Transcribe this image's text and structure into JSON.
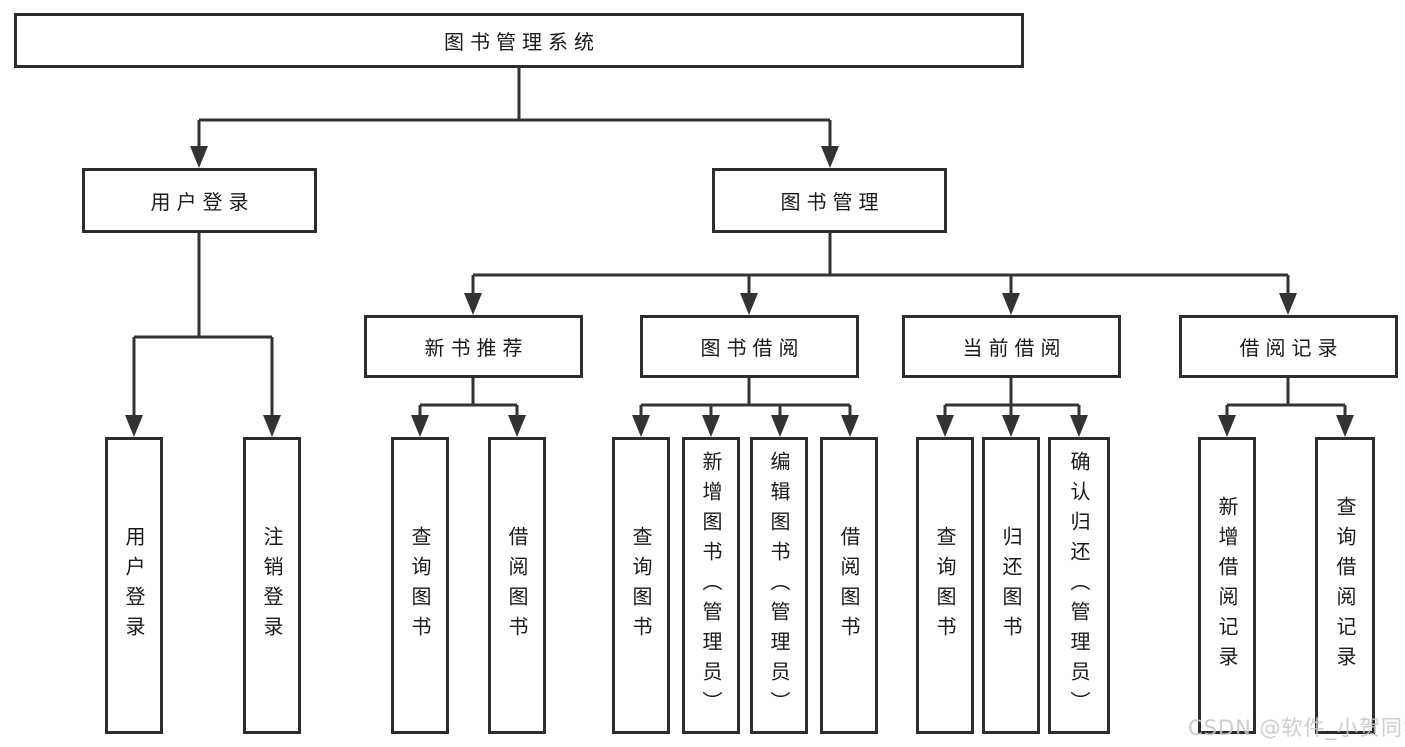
{
  "diagram": {
    "root": "图书管理系统",
    "level2": {
      "user_login": "用户登录",
      "book_mgmt": "图书管理"
    },
    "level3": [
      "新书推荐",
      "图书借阅",
      "当前借阅",
      "借阅记录"
    ],
    "leaves_user": [
      "用户登录",
      "注销登录"
    ],
    "leaves_newbook": [
      "查询图书",
      "借阅图书"
    ],
    "leaves_borrow": [
      "查询图书",
      "新增图书（管理员）",
      "编辑图书（管理员）",
      "借阅图书"
    ],
    "leaves_current": [
      "查询图书",
      "归还图书",
      "确认归还（管理员）"
    ],
    "leaves_record": [
      "新增借阅记录",
      "查询借阅记录"
    ]
  },
  "watermark": {
    "text": "CSDN @软件_小贺同学"
  },
  "colors": {
    "line": "#333333",
    "box_border": "#2d2d2d",
    "text": "#1a1a1a",
    "watermark": "#c8c8c8",
    "background": "#ffffff"
  }
}
